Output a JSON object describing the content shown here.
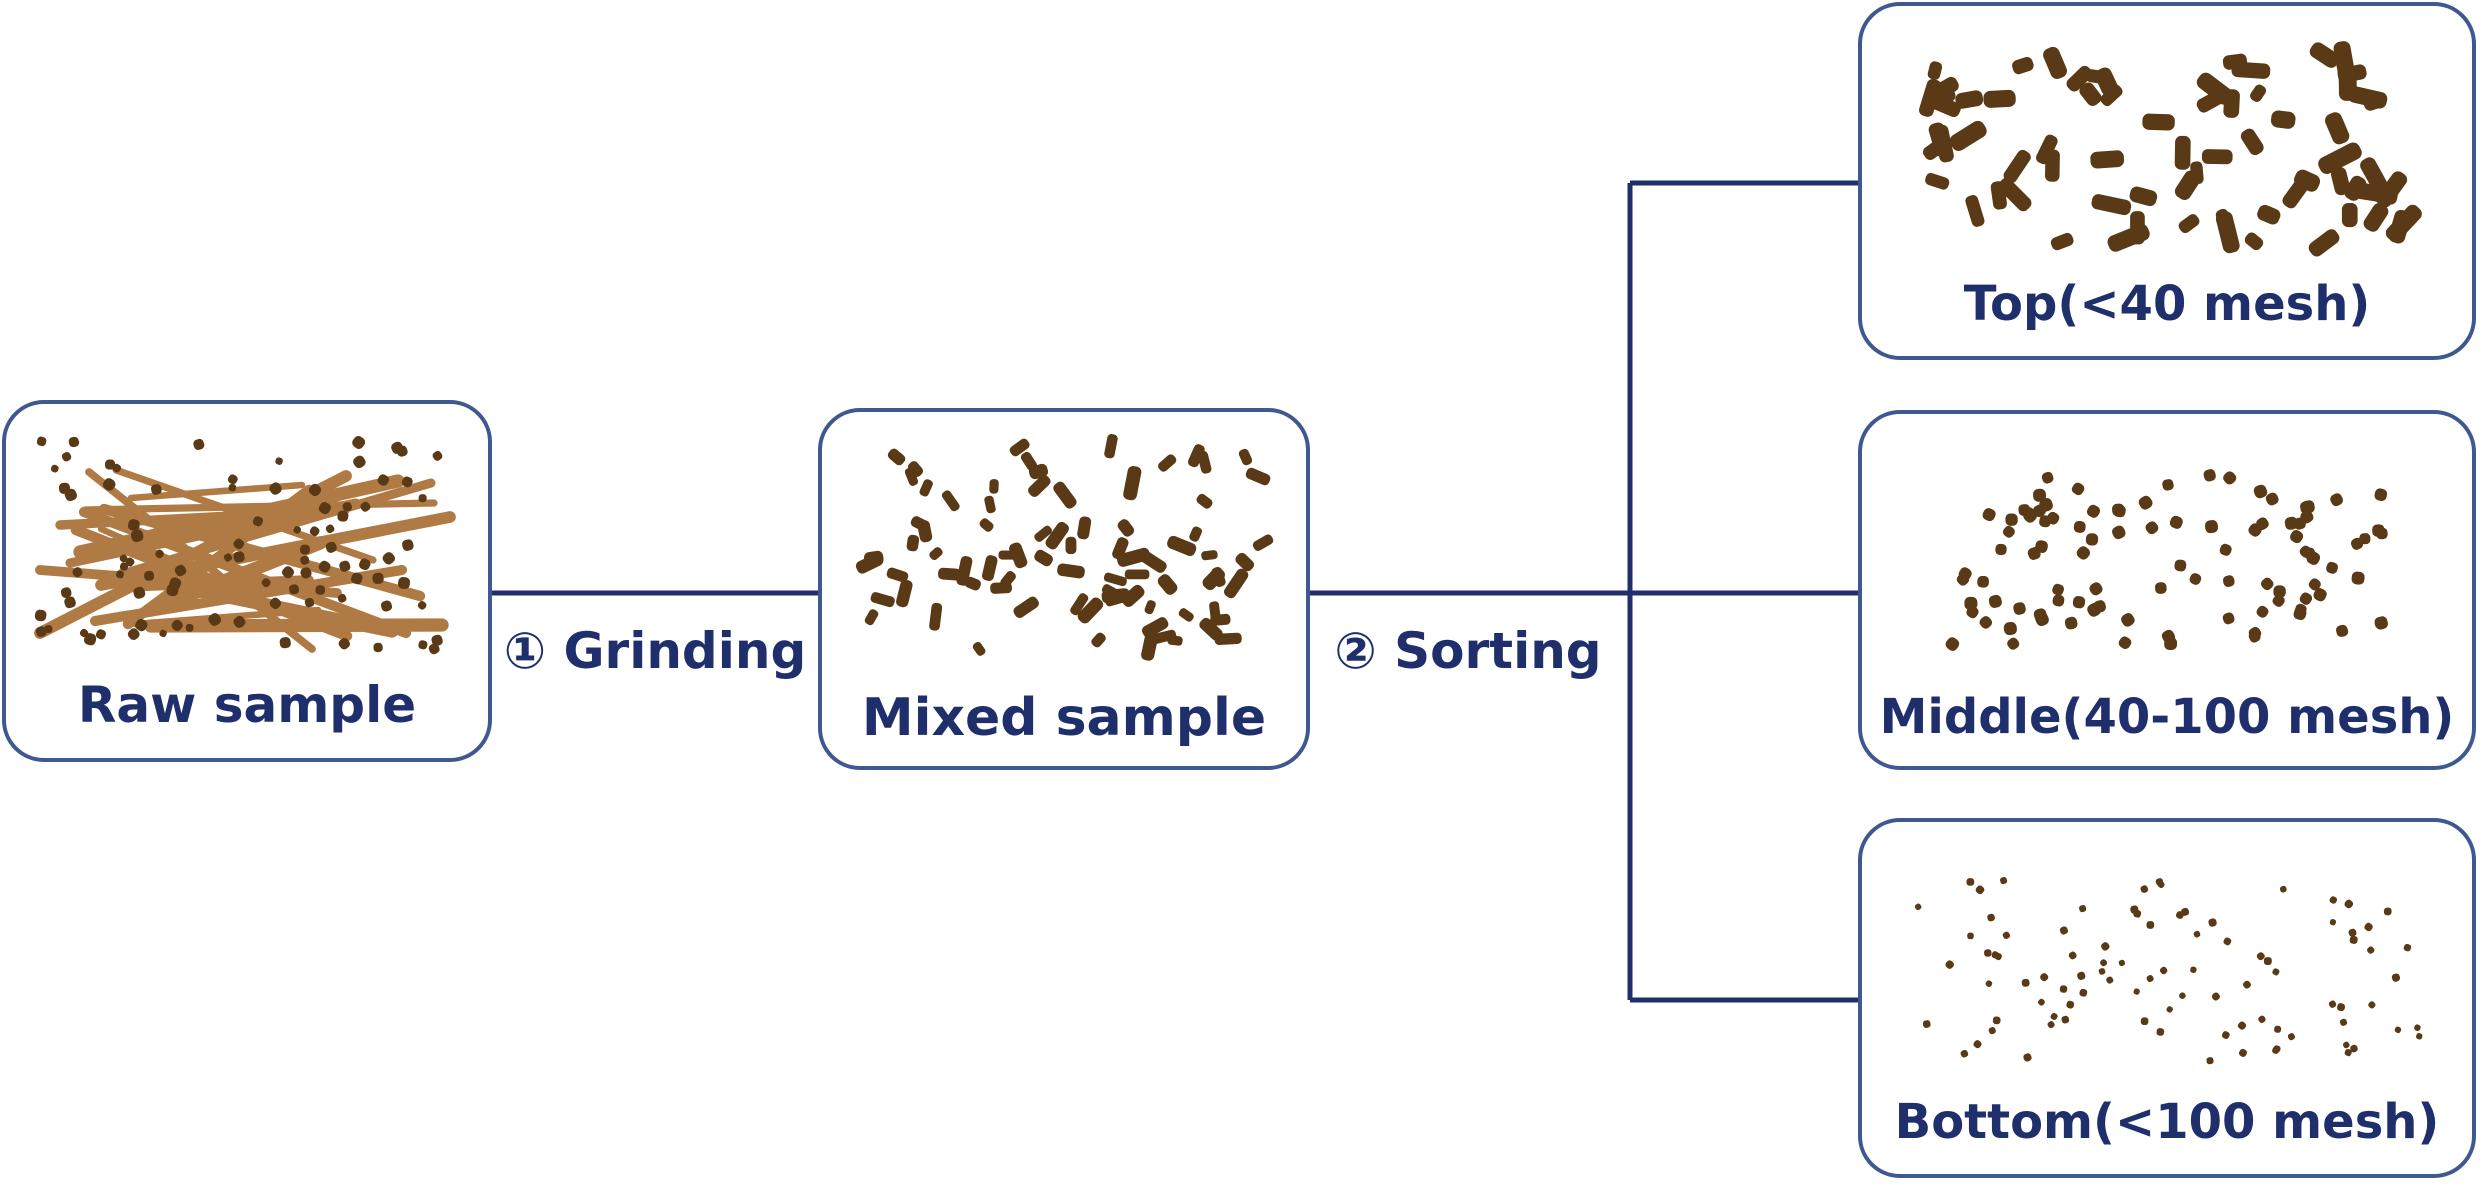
{
  "colors": {
    "line": "#1f2f6b",
    "box_border": "#3f5891",
    "text": "#1f2f6b",
    "particle": "#5a3a16",
    "fiber": "#b07a45"
  },
  "raw_sample": {
    "label": "Raw sample"
  },
  "mixed_sample": {
    "label": "Mixed sample"
  },
  "steps": {
    "grinding": {
      "label": "① Grinding"
    },
    "sorting": {
      "label": "② Sorting"
    }
  },
  "fractions": {
    "top": {
      "label": "Top(<40 mesh)"
    },
    "middle": {
      "label": "Middle(40-100 mesh)"
    },
    "bottom": {
      "label": "Bottom(<100 mesh)"
    }
  }
}
